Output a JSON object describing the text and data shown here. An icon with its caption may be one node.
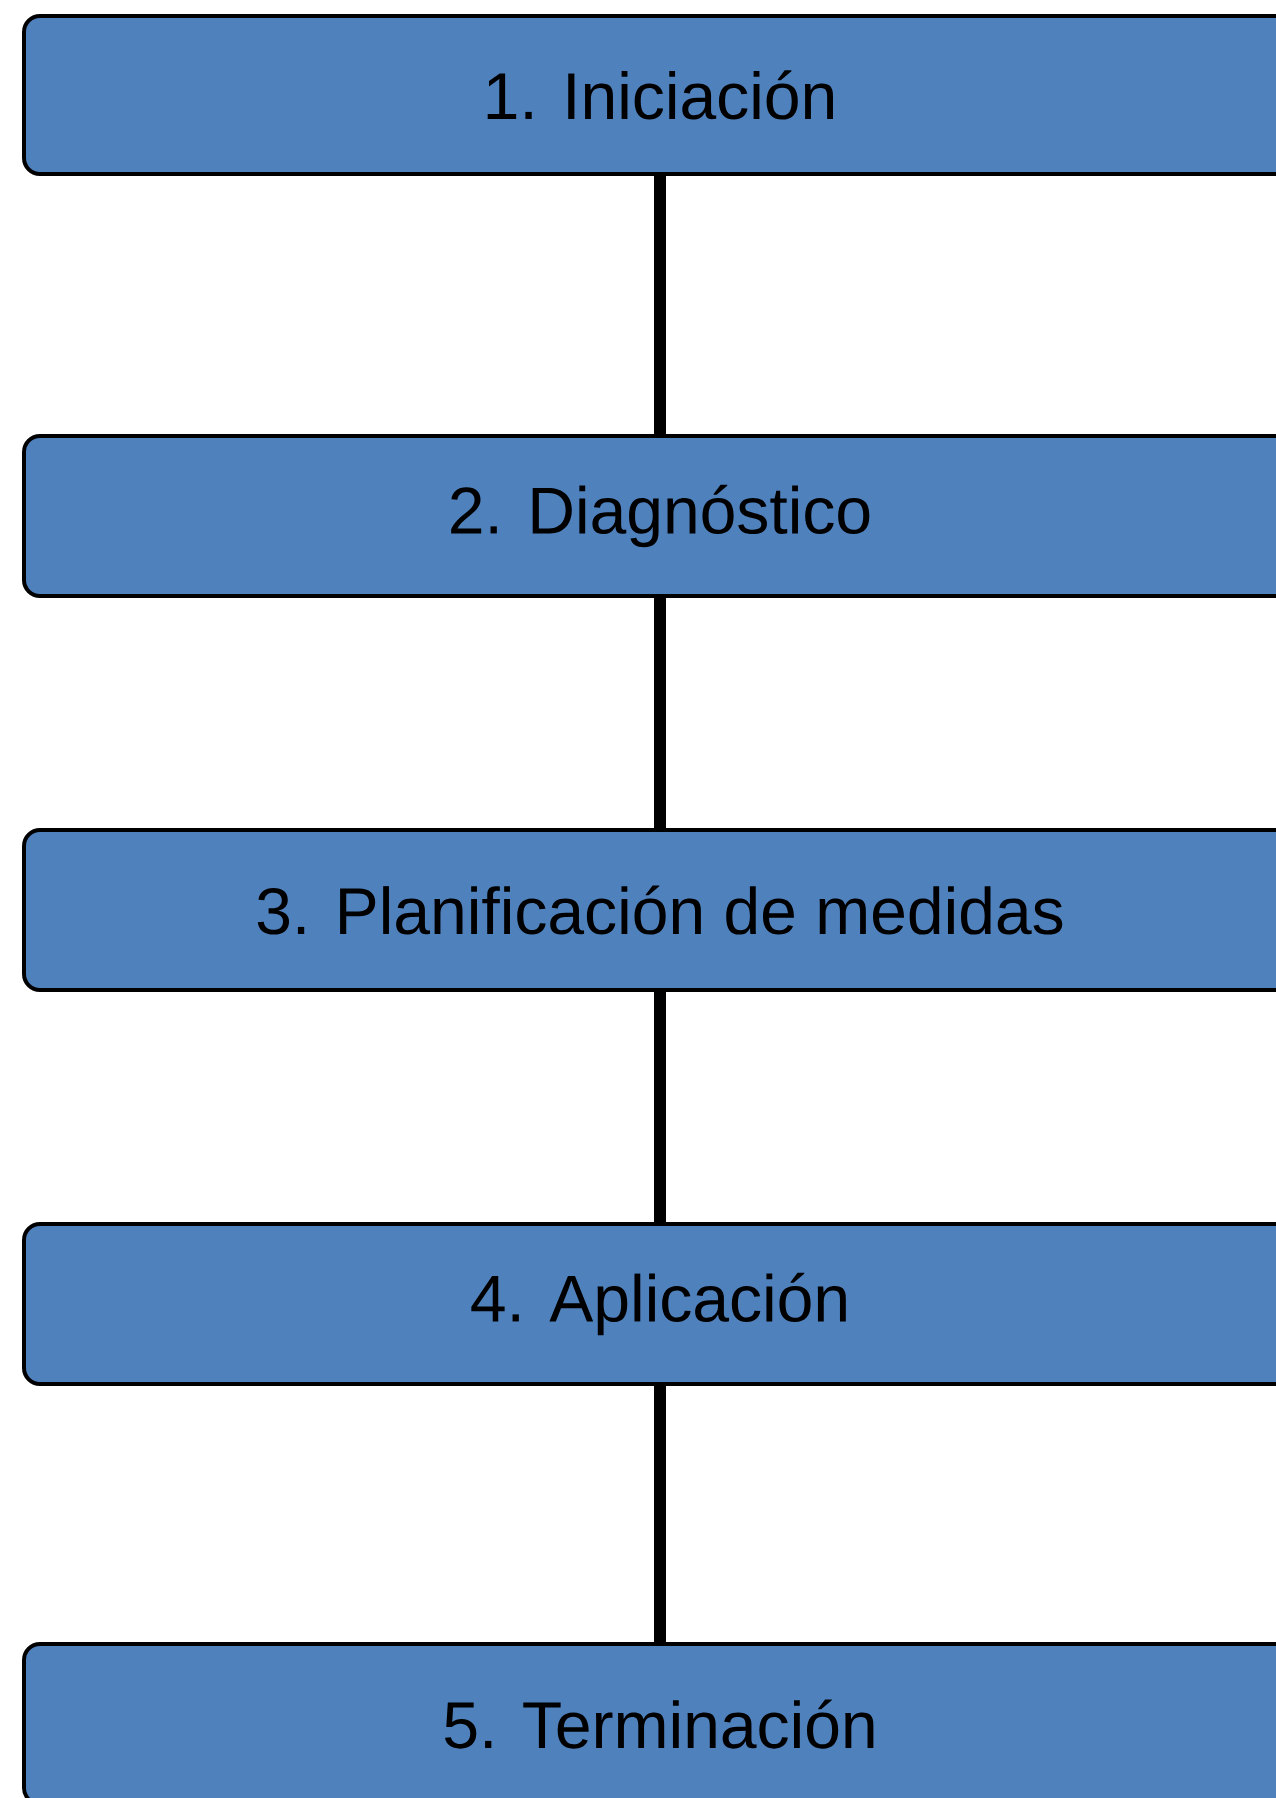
{
  "diagram": {
    "nodes": [
      {
        "text": [
          "1. Iniciación"
        ]
      },
      {
        "text": [
          "2. Diagnóstico"
        ]
      },
      {
        "text": [
          "3. Planificación de medidas"
        ]
      },
      {
        "text": [
          "4. Aplicación"
        ]
      },
      {
        "text": [
          "5. Terminación"
        ]
      }
    ],
    "edges": [
      {
        "from": 0,
        "to": 1,
        "arrow": "none"
      },
      {
        "from": 1,
        "to": 2,
        "arrow": "none"
      },
      {
        "from": 2,
        "to": 3,
        "arrow": "none"
      },
      {
        "from": 3,
        "to": 4,
        "arrow": "none"
      }
    ]
  }
}
